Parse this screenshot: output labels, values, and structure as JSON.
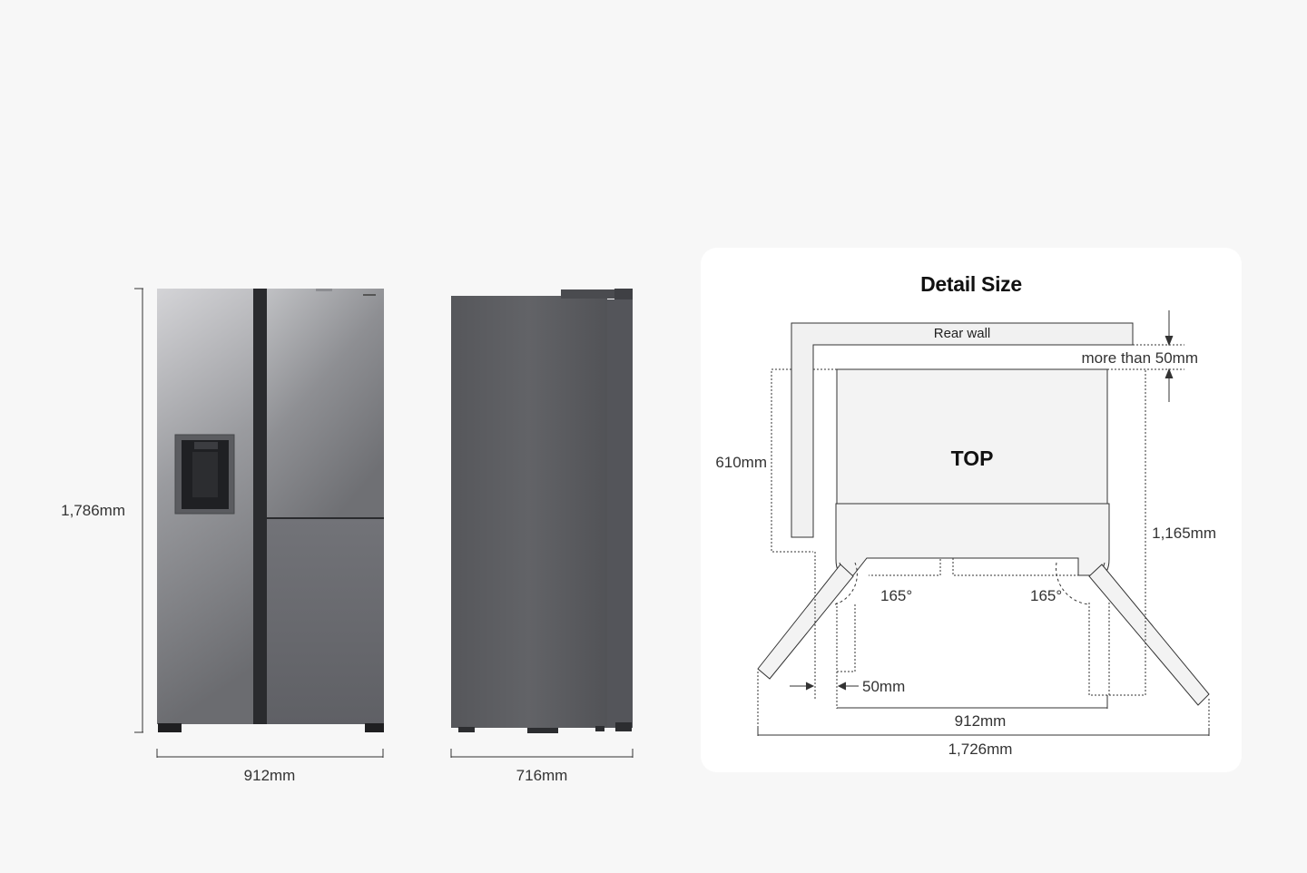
{
  "front_view": {
    "height_label": "1,786mm",
    "width_label": "912mm"
  },
  "side_view": {
    "depth_label": "716mm"
  },
  "detail": {
    "title": "Detail Size",
    "rear_wall_label": "Rear wall",
    "clearance_label": "more than 50mm",
    "top_label": "TOP",
    "depth_label": "610mm",
    "door_open_depth_label": "1,165mm",
    "angle_left_label": "165°",
    "angle_right_label": "165°",
    "side_gap_label": "50mm",
    "body_width_label": "912mm",
    "open_width_label": "1,726mm"
  },
  "colors": {
    "background": "#f7f7f7",
    "card": "#ffffff",
    "steel_light": "#c9c9cc",
    "steel_dark": "#4f5055",
    "line": "#333333"
  }
}
